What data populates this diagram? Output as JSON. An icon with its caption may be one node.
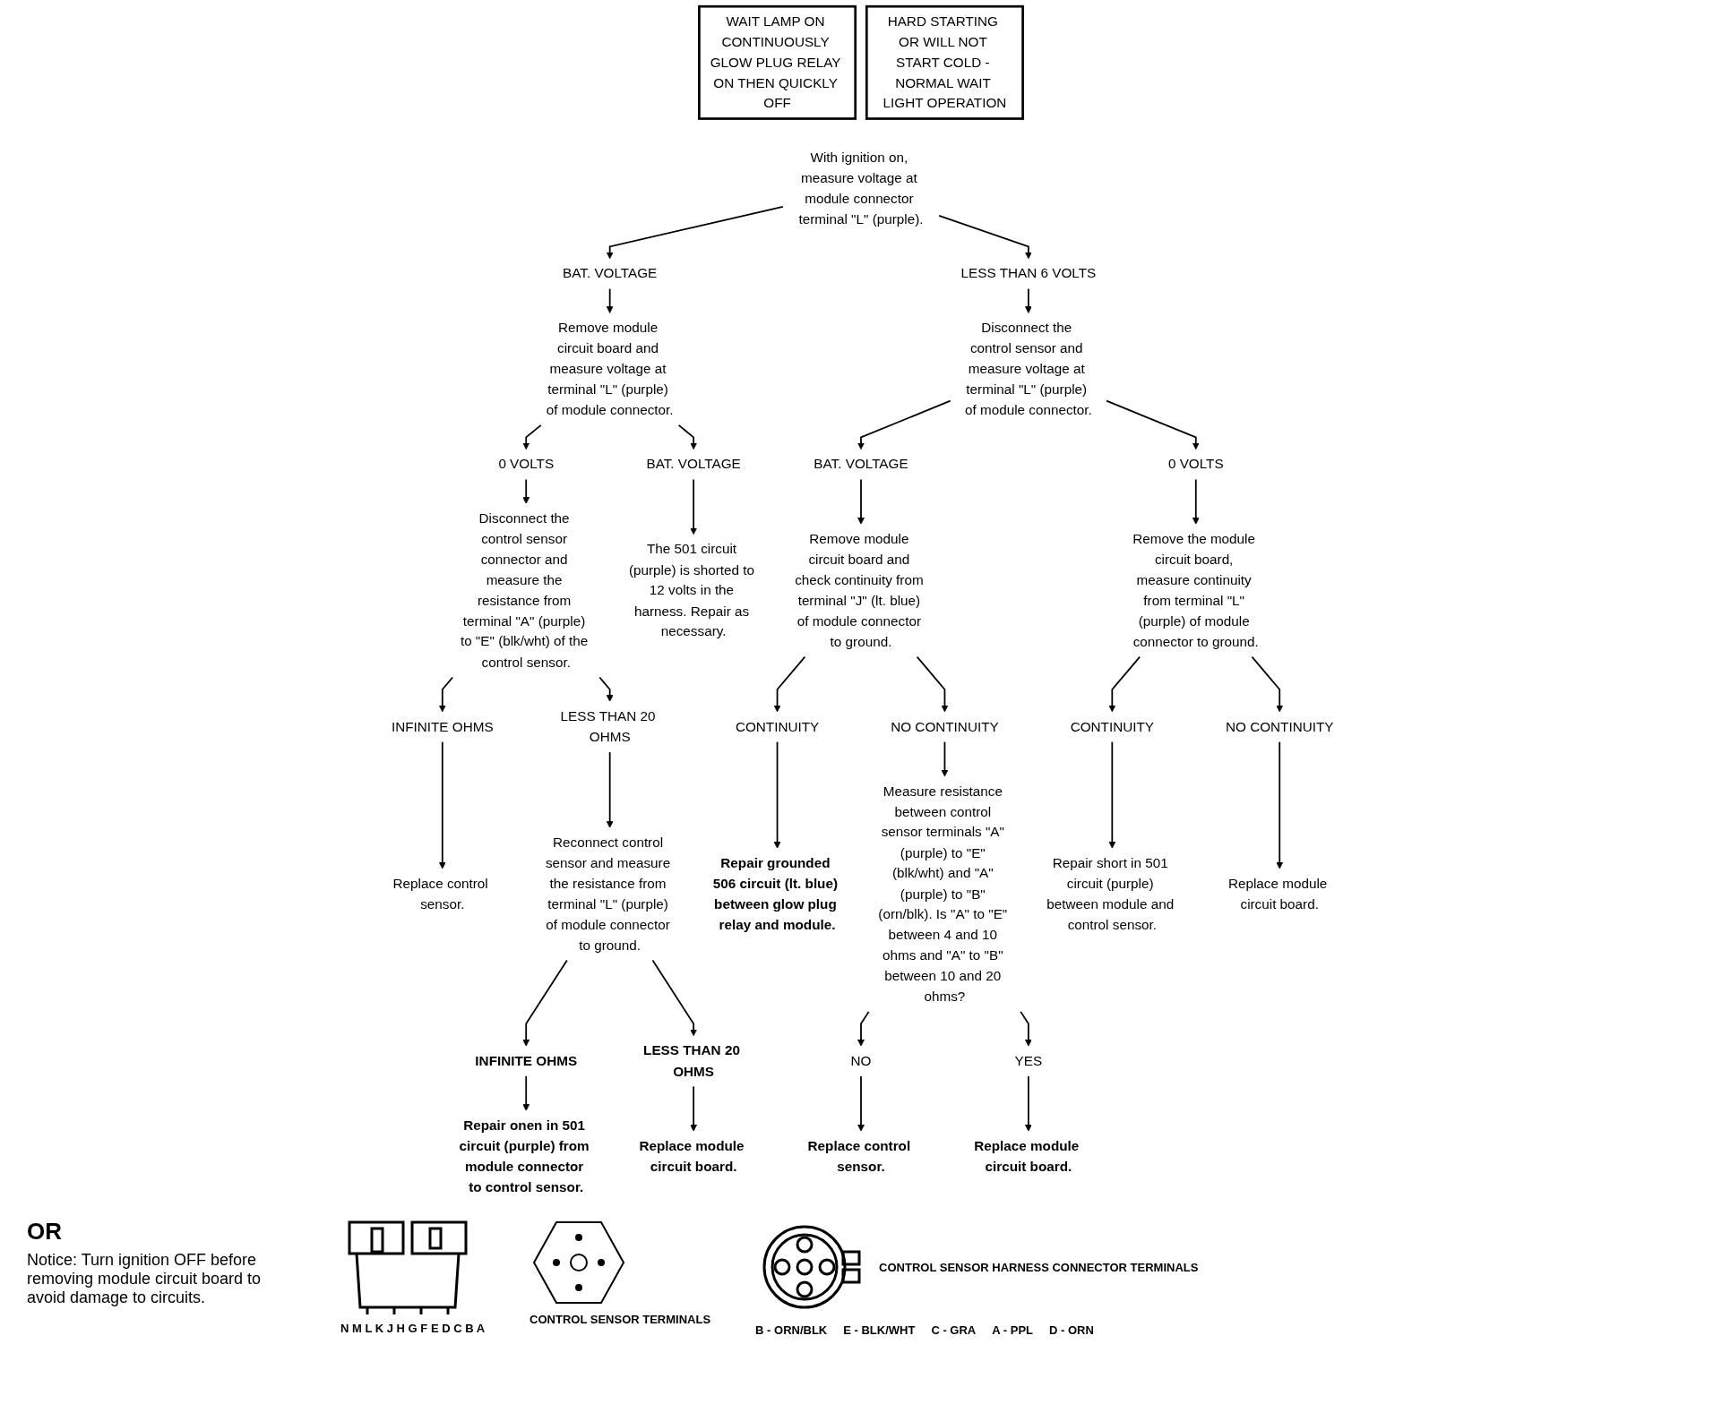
{
  "diagram": {
    "nodes": [
      {
        "text": [
          "WAIT LAMP ON CONTINUOUSLY GLOW PLUG RELAY ON THEN QUICKLY OFF"
        ]
      },
      {
        "text": [
          "HARD STARTING OR WILL NOT START COLD - NORMAL WAIT LIGHT OPERATION"
        ]
      },
      {
        "text": [
          "With ignition on, measure voltage at module connector terminal \"L\" (purple)."
        ]
      },
      {
        "text": [
          "BAT. VOLTAGE"
        ]
      },
      {
        "text": [
          "LESS THAN 6 VOLTS"
        ]
      },
      {
        "text": [
          "Remove module circuit board and measure voltage at terminal \"L\" (purple) of module connector."
        ]
      },
      {
        "text": [
          "0 VOLTS"
        ]
      },
      {
        "text": [
          "BAT. VOLTAGE"
        ]
      },
      {
        "text": [
          "Disconnect the control sensor connector and measure the resistance from terminal \"A\" (purple) to \"E\" (blk/wht) of the control sensor."
        ]
      },
      {
        "text": [
          "The 501 circuit (purple) is shorted to 12 volts in the harness. Repair as necessary."
        ]
      },
      {
        "text": [
          "INFINITE OHMS"
        ]
      },
      {
        "text": [
          "LESS THAN 20 OHMS"
        ]
      },
      {
        "text": [
          "Replace control sensor."
        ]
      },
      {
        "text": [
          "Reconnect control sensor and measure the resistance from terminal \"L\" (purple) of module connector to ground."
        ]
      },
      {
        "text": [
          "INFINITE OHMS"
        ]
      },
      {
        "text": [
          "LESS THAN 20 OHMS"
        ]
      },
      {
        "text": [
          "Repair onen in 501 circuit (purple) from module connector to control sensor."
        ]
      },
      {
        "text": [
          "Replace module circuit board."
        ]
      },
      {
        "text": [
          "Disconnect the control sensor and measure voltage at terminal \"L\" (purple) of module connector."
        ]
      },
      {
        "text": [
          "BAT. VOLTAGE"
        ]
      },
      {
        "text": [
          "0 VOLTS"
        ]
      },
      {
        "text": [
          "Remove module circuit board and check continuity from terminal \"J\" (lt. blue) of module connector to ground."
        ]
      },
      {
        "text": [
          "Remove the module circuit board, measure continuity from terminal \"L\" (purple) of module connector to ground."
        ]
      },
      {
        "text": [
          "CONTINUITY"
        ]
      },
      {
        "text": [
          "NO CONTINUITY"
        ]
      },
      {
        "text": [
          "Repair grounded 506 circuit (lt. blue) between glow plug relay and module."
        ]
      },
      {
        "text": [
          "Measure resistance between control sensor terminals \"A\" (purple) to \"E\" (blk/wht) and \"A\" (purple) to \"B\" (orn/blk). Is \"A\" to \"E\" between 4 and 10 ohms and \"A\" to \"B\" between 10 and 20 ohms?"
        ]
      },
      {
        "text": [
          "NO"
        ]
      },
      {
        "text": [
          "YES"
        ]
      },
      {
        "text": [
          "Replace control sensor."
        ]
      },
      {
        "text": [
          "Replace module circuit board."
        ]
      },
      {
        "text": [
          "CONTINUITY"
        ]
      },
      {
        "text": [
          "NO CONTINUITY"
        ]
      },
      {
        "text": [
          "Repair short in 501 circuit (purple) between module and control sensor."
        ]
      },
      {
        "text": [
          "Replace module circuit board."
        ]
      }
    ],
    "edges": [
      {
        "from": 2,
        "to": 3,
        "arrow": "to"
      },
      {
        "from": 2,
        "to": 4,
        "arrow": "to"
      },
      {
        "from": 3,
        "to": 5,
        "arrow": "to"
      },
      {
        "from": 5,
        "to": 6,
        "arrow": "to"
      },
      {
        "from": 5,
        "to": 7,
        "arrow": "to"
      },
      {
        "from": 6,
        "to": 8,
        "arrow": "to"
      },
      {
        "from": 7,
        "to": 9,
        "arrow": "to"
      },
      {
        "from": 8,
        "to": 10,
        "arrow": "to"
      },
      {
        "from": 8,
        "to": 11,
        "arrow": "to"
      },
      {
        "from": 10,
        "to": 12,
        "arrow": "to"
      },
      {
        "from": 11,
        "to": 13,
        "arrow": "to"
      },
      {
        "from": 13,
        "to": 14,
        "arrow": "to"
      },
      {
        "from": 13,
        "to": 15,
        "arrow": "to"
      },
      {
        "from": 14,
        "to": 16,
        "arrow": "to"
      },
      {
        "from": 15,
        "to": 17,
        "arrow": "to"
      },
      {
        "from": 4,
        "to": 18,
        "arrow": "to"
      },
      {
        "from": 18,
        "to": 19,
        "arrow": "to"
      },
      {
        "from": 18,
        "to": 20,
        "arrow": "to"
      },
      {
        "from": 19,
        "to": 21,
        "arrow": "to"
      },
      {
        "from": 20,
        "to": 22,
        "arrow": "to"
      },
      {
        "from": 21,
        "to": 23,
        "arrow": "to"
      },
      {
        "from": 21,
        "to": 24,
        "arrow": "to"
      },
      {
        "from": 23,
        "to": 25,
        "arrow": "to"
      },
      {
        "from": 24,
        "to": 26,
        "arrow": "to"
      },
      {
        "from": 26,
        "to": 27,
        "arrow": "to"
      },
      {
        "from": 26,
        "to": 28,
        "arrow": "to"
      },
      {
        "from": 27,
        "to": 29,
        "arrow": "to"
      },
      {
        "from": 28,
        "to": 30,
        "arrow": "to"
      },
      {
        "from": 22,
        "to": 31,
        "arrow": "to"
      },
      {
        "from": 22,
        "to": 32,
        "arrow": "to"
      },
      {
        "from": 31,
        "to": 33,
        "arrow": "to"
      },
      {
        "from": 32,
        "to": 34,
        "arrow": "to"
      }
    ],
    "labels": [
      "OR",
      "Notice: Turn ignition OFF before removing module circuit board to avoid damage to circuits.",
      "N M L K J H G F E D C B A",
      "CONTROL SENSOR TERMINALS",
      "CONTROL SENSOR HARNESS CONNECTOR TERMINALS",
      "B - ORN/BLK",
      "E - BLK/WHT",
      "C - GRA",
      "A - PPL",
      "D - ORN"
    ]
  }
}
